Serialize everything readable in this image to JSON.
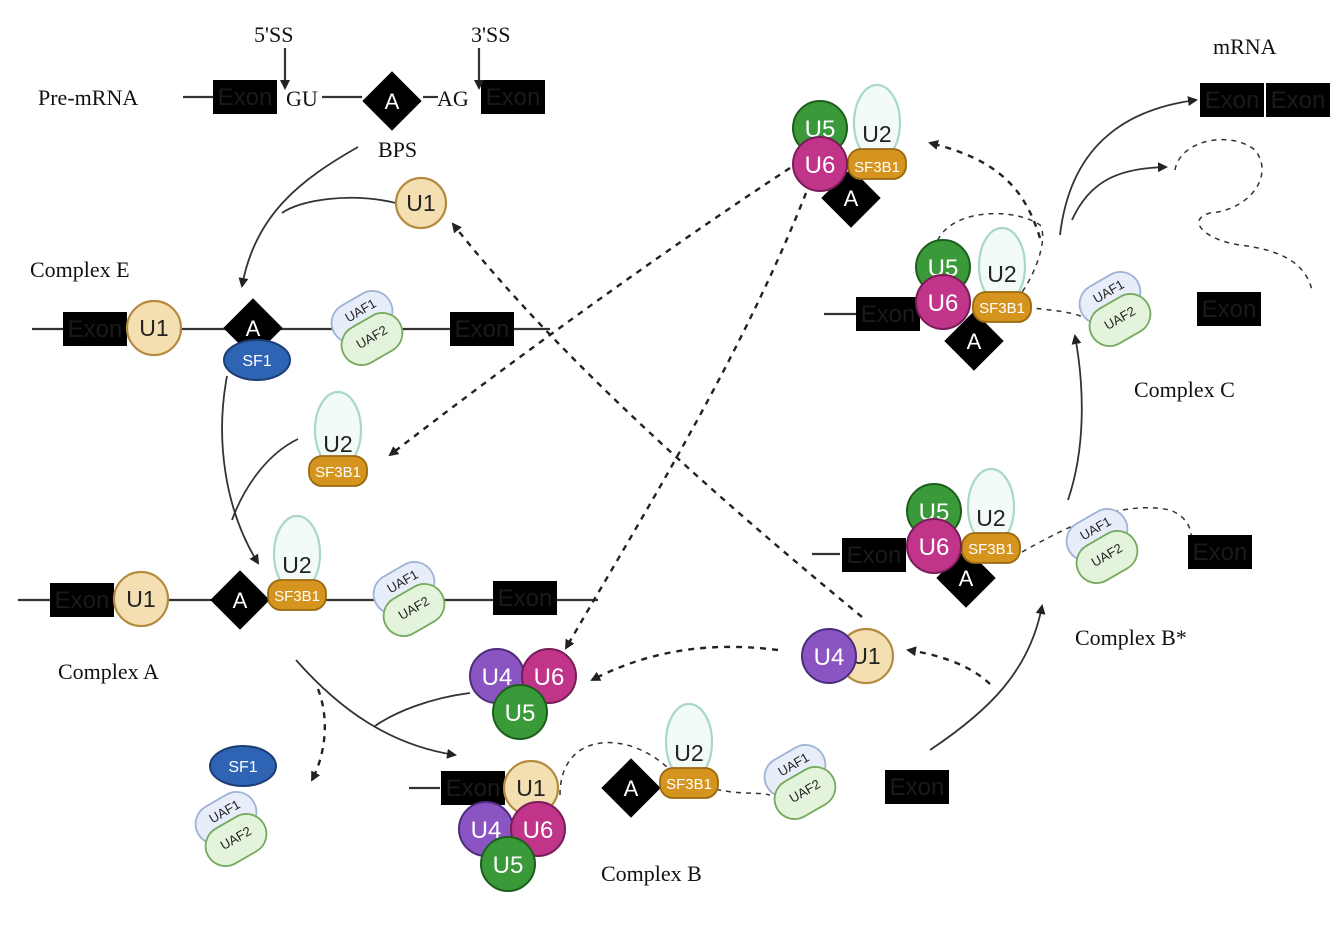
{
  "labels": {
    "ss5": "5'SS",
    "ss3": "3'SS",
    "pre_mrna": "Pre-mRNA",
    "gu": "GU",
    "ag": "AG",
    "bps": "BPS",
    "mrna": "mRNA",
    "complex_e": "Complex E",
    "complex_a": "Complex A",
    "complex_b": "Complex B",
    "complex_b_star": "Complex B*",
    "complex_c": "Complex C"
  },
  "components": {
    "exon": "Exon",
    "a": "A",
    "u1": "U1",
    "u2": "U2",
    "u4": "U4",
    "u5": "U5",
    "u6": "U6",
    "sf1": "SF1",
    "sf3b1": "SF3B1",
    "uaf1": "UAF1",
    "uaf2": "UAF2"
  },
  "colors": {
    "exon5_fill": "#f6d7e7",
    "exon5_stroke": "#b8407f",
    "exon3_fill": "#d8eef3",
    "exon3_stroke": "#3b7f95",
    "u1": "#f4dfb2",
    "u4": "#8a55c2",
    "u5": "#3a9a3a",
    "u6": "#c0348a",
    "sf3b1": "#d4941e",
    "sf1": "#2f64b5",
    "uaf1": "#e8eef9",
    "uaf2": "#e4f4dc",
    "branch_point": "#707070"
  }
}
